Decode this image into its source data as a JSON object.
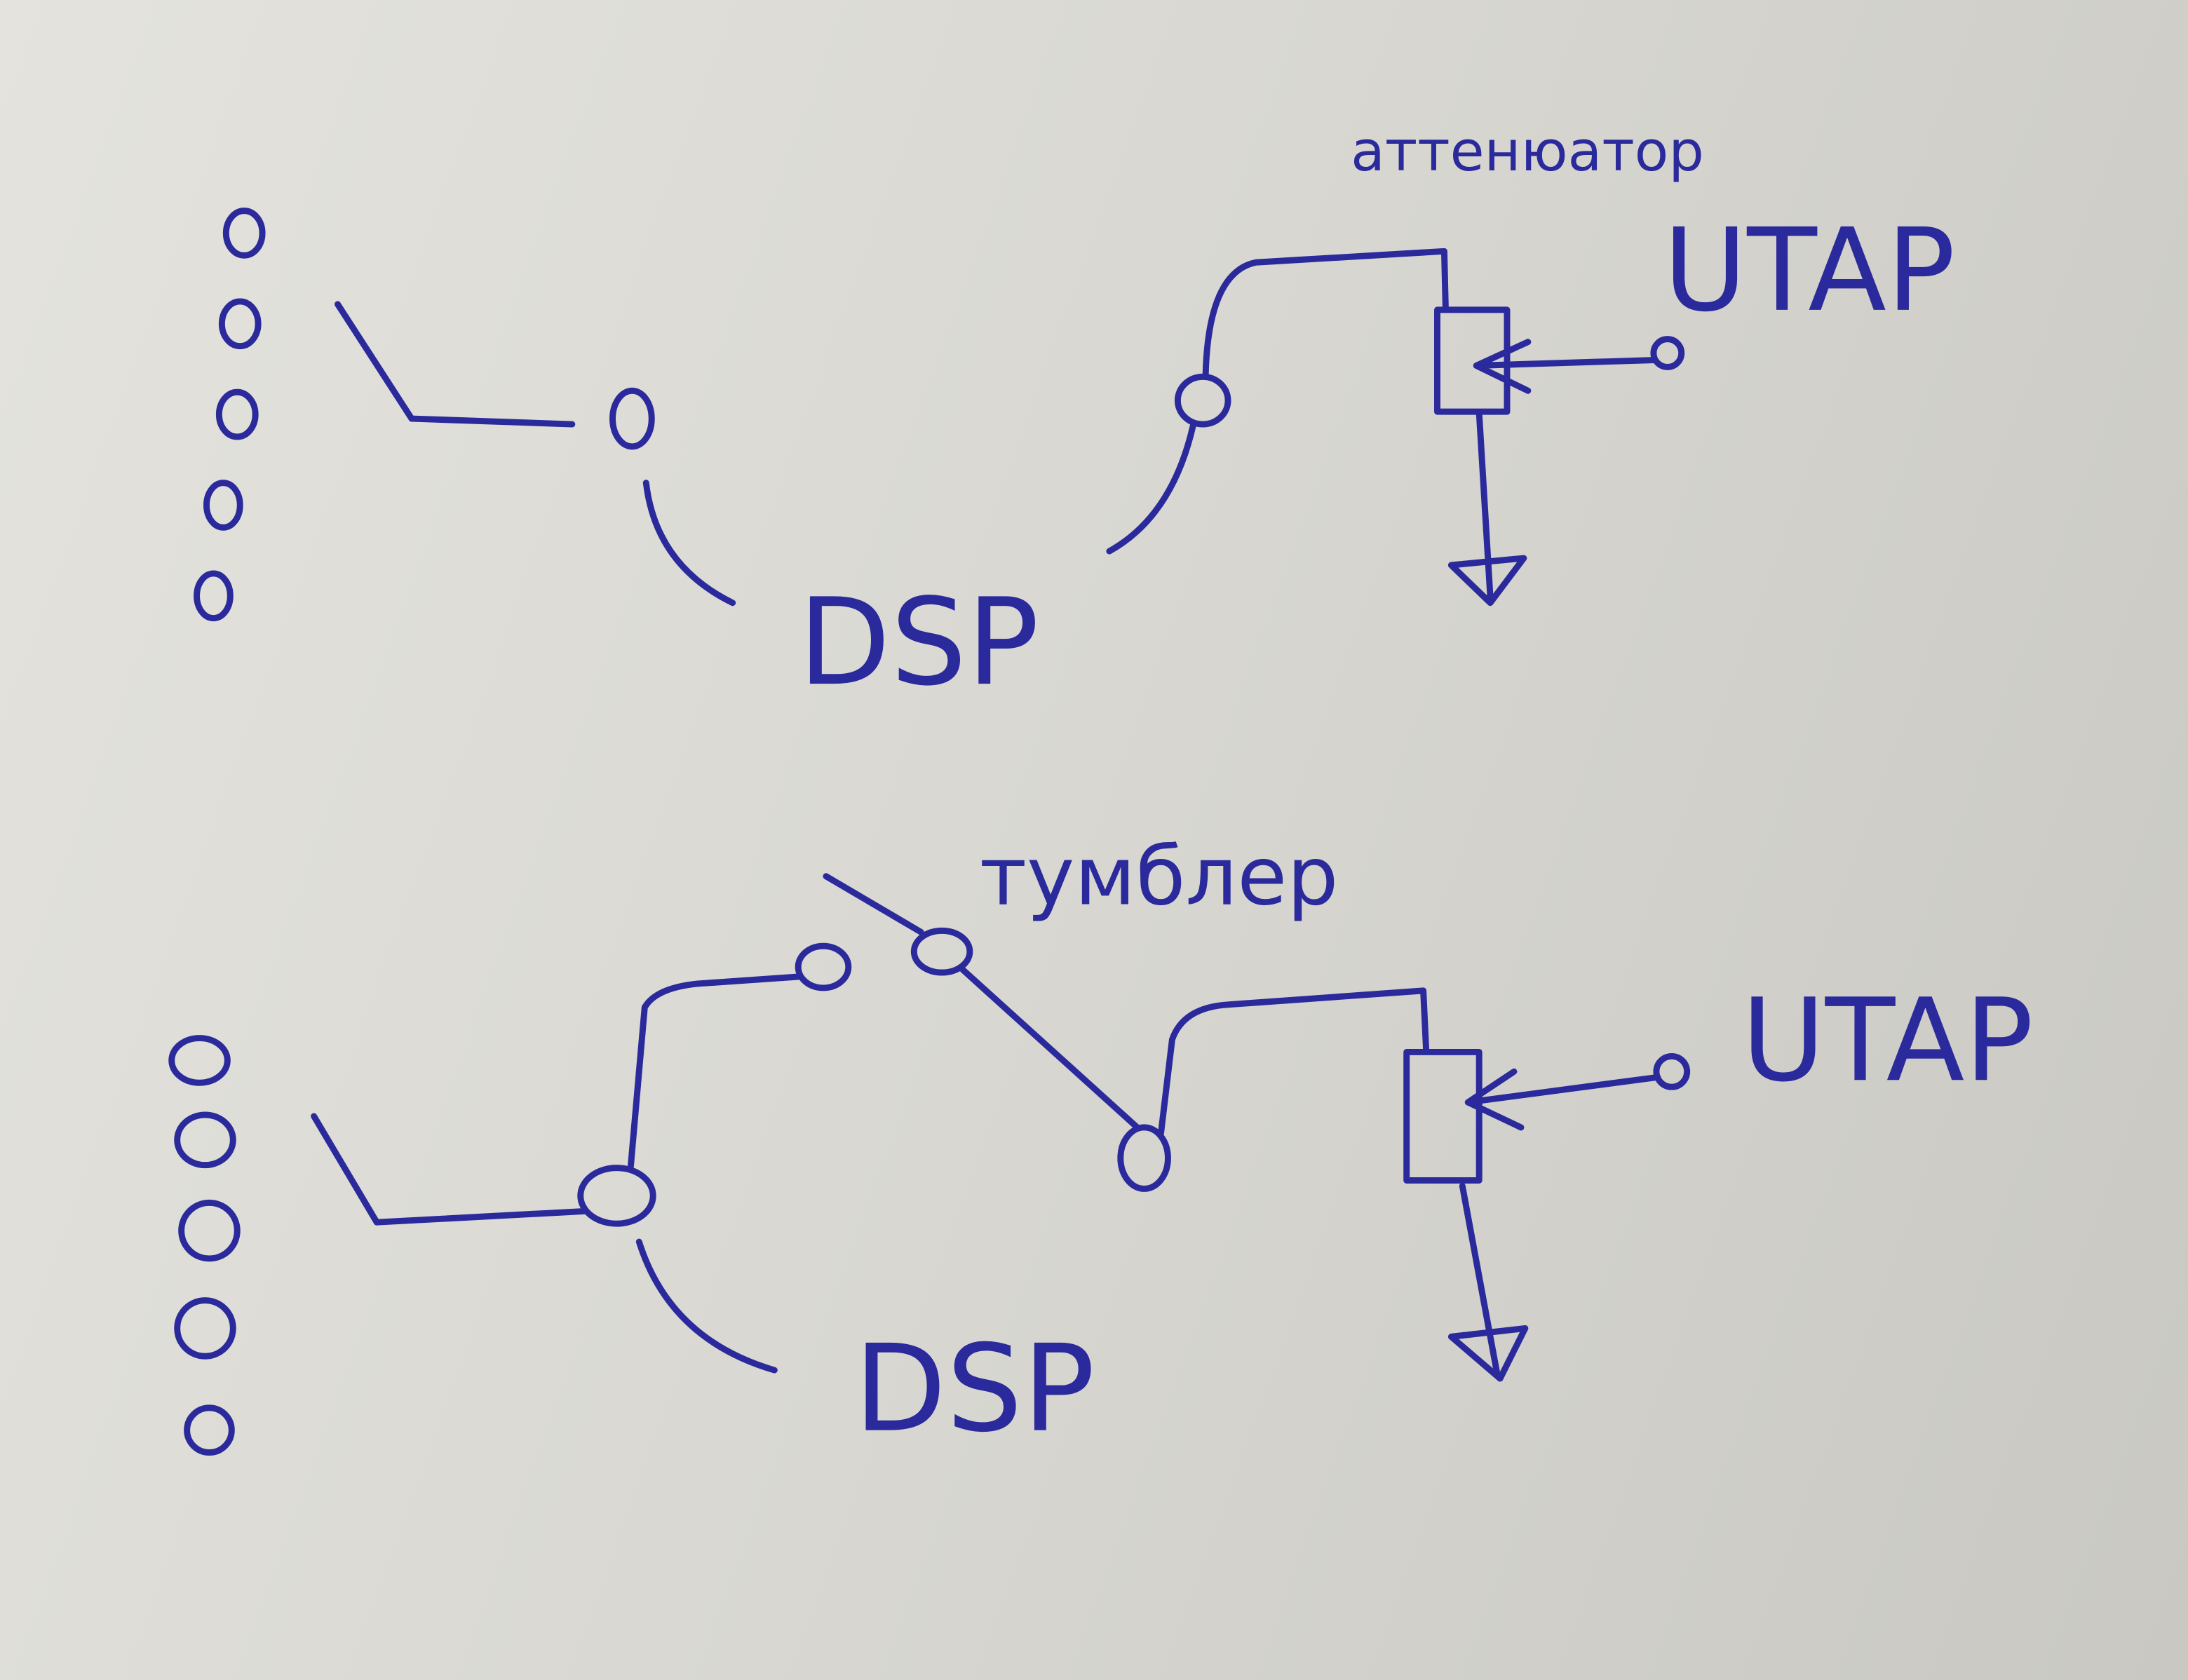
{
  "diagrams": [
    {
      "id": "top",
      "labels": {
        "attenuator": "аттенюатор",
        "source": "UTAP",
        "dsp": "DSP"
      }
    },
    {
      "id": "bottom",
      "labels": {
        "switch": "тумблер",
        "source": "UTAP",
        "dsp": "DSP"
      }
    }
  ],
  "colors": {
    "ink": "#2b2a9c",
    "paper": "#dcdbd5"
  }
}
